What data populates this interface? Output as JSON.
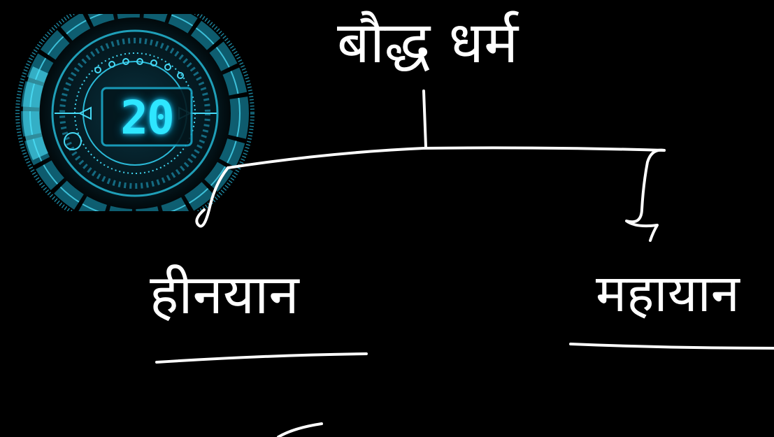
{
  "timer": {
    "value": "20"
  },
  "diagram": {
    "root_label": "बौद्ध धर्म",
    "branches": [
      {
        "label": "हीनयान"
      },
      {
        "label": "महायान"
      }
    ]
  },
  "colors": {
    "background": "#000000",
    "ink": "#ffffff",
    "timer_accent": "#2ee6ff"
  }
}
